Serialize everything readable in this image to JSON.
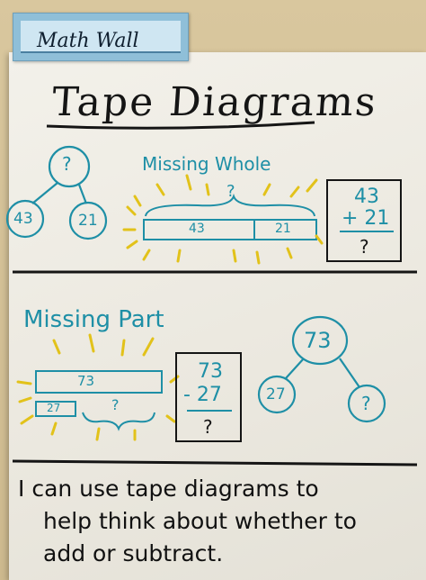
{
  "header": {
    "label": "Math Wall"
  },
  "title": "Tape Diagrams",
  "missing_whole": {
    "heading": "Missing Whole",
    "bond_top": "?",
    "bond_left": "43",
    "bond_right": "21",
    "tape_left": "43",
    "tape_right": "21",
    "brace_label": "?",
    "box_line1": "43",
    "box_line2": "+ 21",
    "box_result": "?"
  },
  "missing_part": {
    "heading": "Missing Part",
    "tape_whole": "73",
    "tape_part": "27",
    "brace_label": "?",
    "box_line1": "73",
    "box_line2": "- 27",
    "box_result": "?",
    "bond_top": "73",
    "bond_left": "27",
    "bond_right": "?"
  },
  "statement": {
    "line1": "I can use tape diagrams to",
    "line2": "help think about whether to",
    "line3": "add or subtract."
  },
  "colors": {
    "ink_black": "#151515",
    "ink_teal": "#1e8fa6",
    "ink_yellow": "#e2c21a",
    "card_blue": "#8fbfd8"
  }
}
